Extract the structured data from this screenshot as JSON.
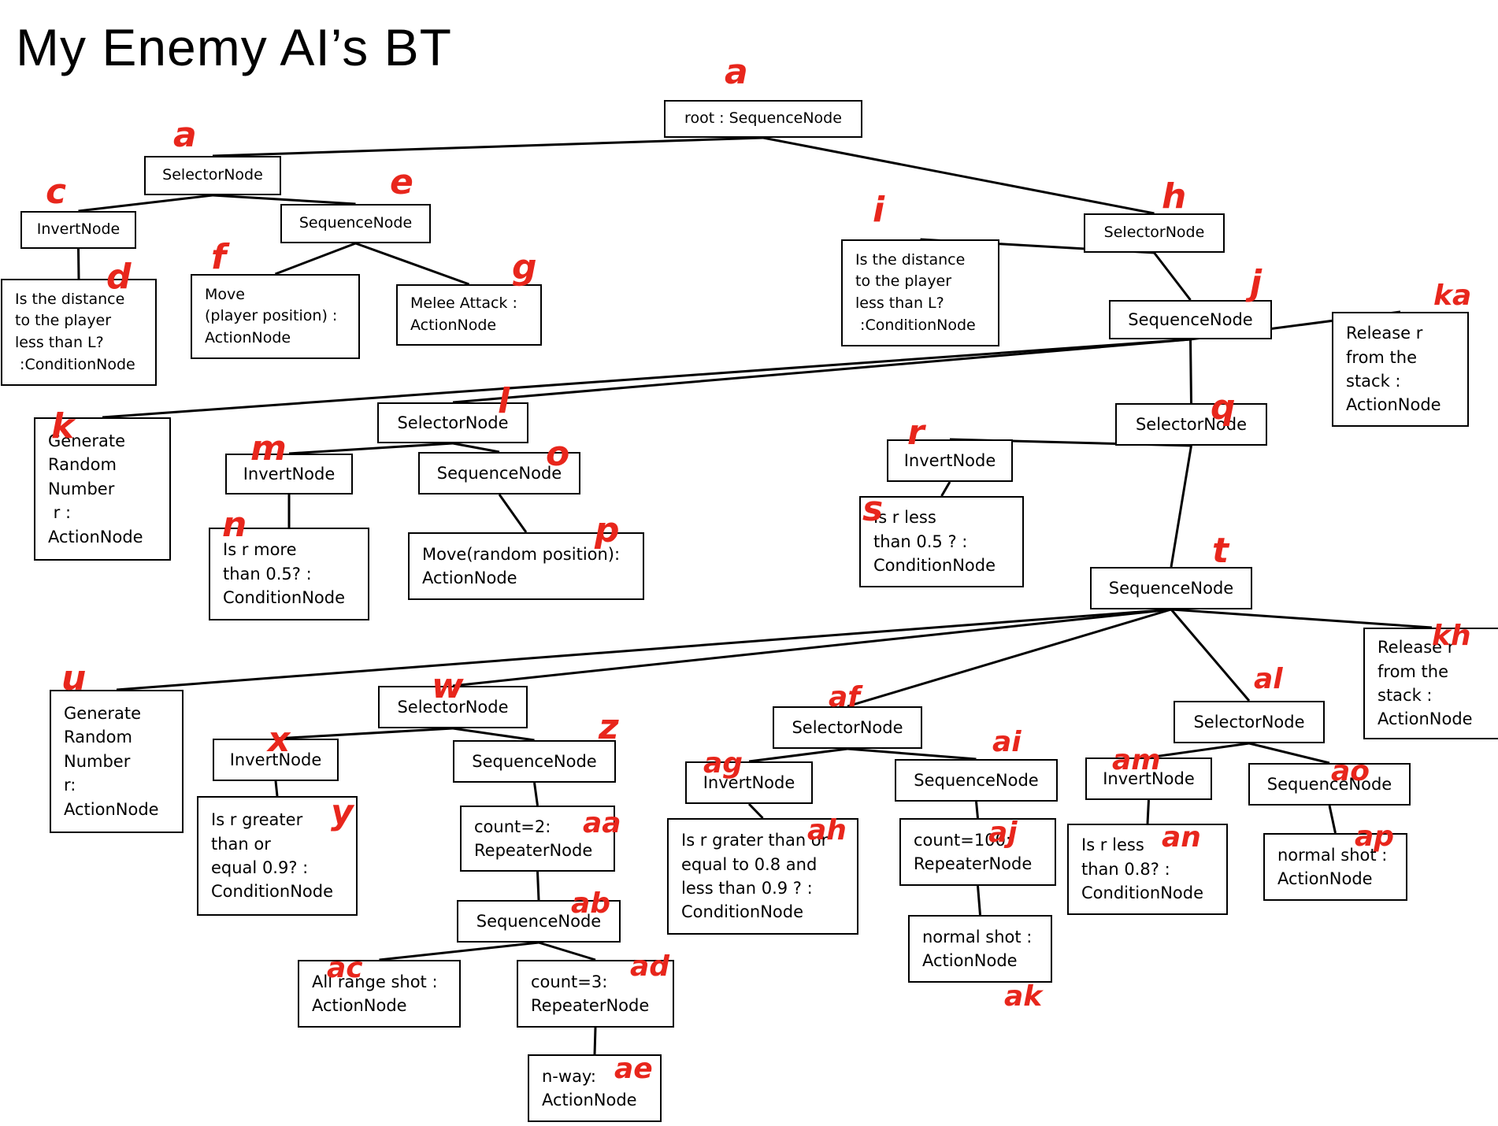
{
  "title": "My Enemy AI’s BT",
  "annotation_color": "#e8261c",
  "nodes": [
    {
      "id": "a",
      "text": "root : SequenceNode"
    },
    {
      "id": "b",
      "text": "SelectorNode"
    },
    {
      "id": "c",
      "text": "InvertNode"
    },
    {
      "id": "d",
      "text": "Is the distance\nto the player\nless than L?\n :ConditionNode"
    },
    {
      "id": "e",
      "text": "SequenceNode"
    },
    {
      "id": "f",
      "text": "Move\n(player position) :\nActionNode"
    },
    {
      "id": "g",
      "text": "Melee Attack :\nActionNode"
    },
    {
      "id": "h",
      "text": "SelectorNode"
    },
    {
      "id": "i",
      "text": "Is the distance\nto the player\nless than L?\n :ConditionNode"
    },
    {
      "id": "j",
      "text": "SequenceNode"
    },
    {
      "id": "ka",
      "text": "Release r\nfrom the\nstack :\nActionNode"
    },
    {
      "id": "k",
      "text": "Generate\nRandom\nNumber\n r :\nActionNode"
    },
    {
      "id": "l",
      "text": "SelectorNode"
    },
    {
      "id": "m",
      "text": "InvertNode"
    },
    {
      "id": "n",
      "text": "Is r more\nthan 0.5? :\nConditionNode"
    },
    {
      "id": "o",
      "text": "SequenceNode"
    },
    {
      "id": "p",
      "text": "Move(random position):\nActionNode"
    },
    {
      "id": "q",
      "text": "SelectorNode"
    },
    {
      "id": "r",
      "text": "InvertNode"
    },
    {
      "id": "s",
      "text": "Is r less\nthan 0.5 ? :\nConditionNode"
    },
    {
      "id": "t",
      "text": "SequenceNode"
    },
    {
      "id": "kh",
      "text": "Release r\nfrom the\nstack :\nActionNode"
    },
    {
      "id": "u",
      "text": "Generate\nRandom\nNumber\nr:\nActionNode"
    },
    {
      "id": "w",
      "text": "SelectorNode"
    },
    {
      "id": "x",
      "text": "InvertNode"
    },
    {
      "id": "y",
      "text": "Is r greater\nthan or\nequal 0.9? :\nConditionNode"
    },
    {
      "id": "z",
      "text": "SequenceNode"
    },
    {
      "id": "aa",
      "text": "count=2:\nRepeaterNode"
    },
    {
      "id": "ab",
      "text": "SequenceNode"
    },
    {
      "id": "ac",
      "text": "All range shot :\nActionNode"
    },
    {
      "id": "ad",
      "text": "count=3:\nRepeaterNode"
    },
    {
      "id": "ae",
      "text": "n-way:\nActionNode"
    },
    {
      "id": "af",
      "text": "SelectorNode"
    },
    {
      "id": "ag",
      "text": "InvertNode"
    },
    {
      "id": "ah",
      "text": "Is r grater than or\nequal to 0.8 and\nless than 0.9 ? :\nConditionNode"
    },
    {
      "id": "ai",
      "text": "SequenceNode"
    },
    {
      "id": "aj",
      "text": "count=100:\nRepeaterNode"
    },
    {
      "id": "ak",
      "text": "normal shot :\nActionNode"
    },
    {
      "id": "al",
      "text": "SelectorNode"
    },
    {
      "id": "am",
      "text": "InvertNode"
    },
    {
      "id": "an",
      "text": "Is r less\nthan 0.8? :\nConditionNode"
    },
    {
      "id": "ao",
      "text": "SequenceNode"
    },
    {
      "id": "ap",
      "text": "normal shot :\nActionNode"
    }
  ],
  "annotations": [
    {
      "id": "a",
      "text": "a"
    },
    {
      "id": "b",
      "text": "a"
    },
    {
      "id": "c",
      "text": "c"
    },
    {
      "id": "d",
      "text": "d"
    },
    {
      "id": "e",
      "text": "e"
    },
    {
      "id": "f",
      "text": "f"
    },
    {
      "id": "g",
      "text": "g"
    },
    {
      "id": "h",
      "text": "h"
    },
    {
      "id": "i",
      "text": "i"
    },
    {
      "id": "j",
      "text": "j"
    },
    {
      "id": "ka",
      "text": "ka"
    },
    {
      "id": "k",
      "text": "k"
    },
    {
      "id": "l",
      "text": "l"
    },
    {
      "id": "m",
      "text": "m"
    },
    {
      "id": "n",
      "text": "n"
    },
    {
      "id": "o",
      "text": "o"
    },
    {
      "id": "p",
      "text": "p"
    },
    {
      "id": "q",
      "text": "q"
    },
    {
      "id": "r",
      "text": "r"
    },
    {
      "id": "s",
      "text": "s"
    },
    {
      "id": "t",
      "text": "t"
    },
    {
      "id": "kh",
      "text": "kh"
    },
    {
      "id": "u",
      "text": "u"
    },
    {
      "id": "w",
      "text": "w"
    },
    {
      "id": "x",
      "text": "x"
    },
    {
      "id": "y",
      "text": "y"
    },
    {
      "id": "z",
      "text": "z"
    },
    {
      "id": "aa",
      "text": "aa"
    },
    {
      "id": "ab",
      "text": "ab"
    },
    {
      "id": "ac",
      "text": "ac"
    },
    {
      "id": "ad",
      "text": "ad"
    },
    {
      "id": "ae",
      "text": "ae"
    },
    {
      "id": "af",
      "text": "af"
    },
    {
      "id": "ag",
      "text": "ag"
    },
    {
      "id": "ah",
      "text": "ah"
    },
    {
      "id": "ai",
      "text": "ai"
    },
    {
      "id": "aj",
      "text": "aj"
    },
    {
      "id": "ak",
      "text": "ak"
    },
    {
      "id": "al",
      "text": "al"
    },
    {
      "id": "am",
      "text": "am"
    },
    {
      "id": "an",
      "text": "an"
    },
    {
      "id": "ao",
      "text": "ao"
    },
    {
      "id": "ap",
      "text": "ap"
    }
  ],
  "edges": [
    [
      "a",
      "b"
    ],
    [
      "a",
      "h"
    ],
    [
      "b",
      "c"
    ],
    [
      "b",
      "e"
    ],
    [
      "c",
      "d"
    ],
    [
      "e",
      "f"
    ],
    [
      "e",
      "g"
    ],
    [
      "h",
      "i"
    ],
    [
      "h",
      "j"
    ],
    [
      "j",
      "k"
    ],
    [
      "j",
      "l"
    ],
    [
      "j",
      "q"
    ],
    [
      "j",
      "ka"
    ],
    [
      "l",
      "m"
    ],
    [
      "l",
      "o"
    ],
    [
      "m",
      "n"
    ],
    [
      "o",
      "p"
    ],
    [
      "q",
      "r"
    ],
    [
      "q",
      "t"
    ],
    [
      "r",
      "s"
    ],
    [
      "t",
      "u"
    ],
    [
      "t",
      "w"
    ],
    [
      "t",
      "af"
    ],
    [
      "t",
      "al"
    ],
    [
      "t",
      "kh"
    ],
    [
      "w",
      "x"
    ],
    [
      "w",
      "z"
    ],
    [
      "x",
      "y"
    ],
    [
      "z",
      "aa"
    ],
    [
      "aa",
      "ab"
    ],
    [
      "ab",
      "ac"
    ],
    [
      "ab",
      "ad"
    ],
    [
      "ad",
      "ae"
    ],
    [
      "af",
      "ag"
    ],
    [
      "af",
      "ai"
    ],
    [
      "ag",
      "ah"
    ],
    [
      "ai",
      "aj"
    ],
    [
      "aj",
      "ak"
    ],
    [
      "al",
      "am"
    ],
    [
      "al",
      "ao"
    ],
    [
      "am",
      "an"
    ],
    [
      "ao",
      "ap"
    ]
  ]
}
